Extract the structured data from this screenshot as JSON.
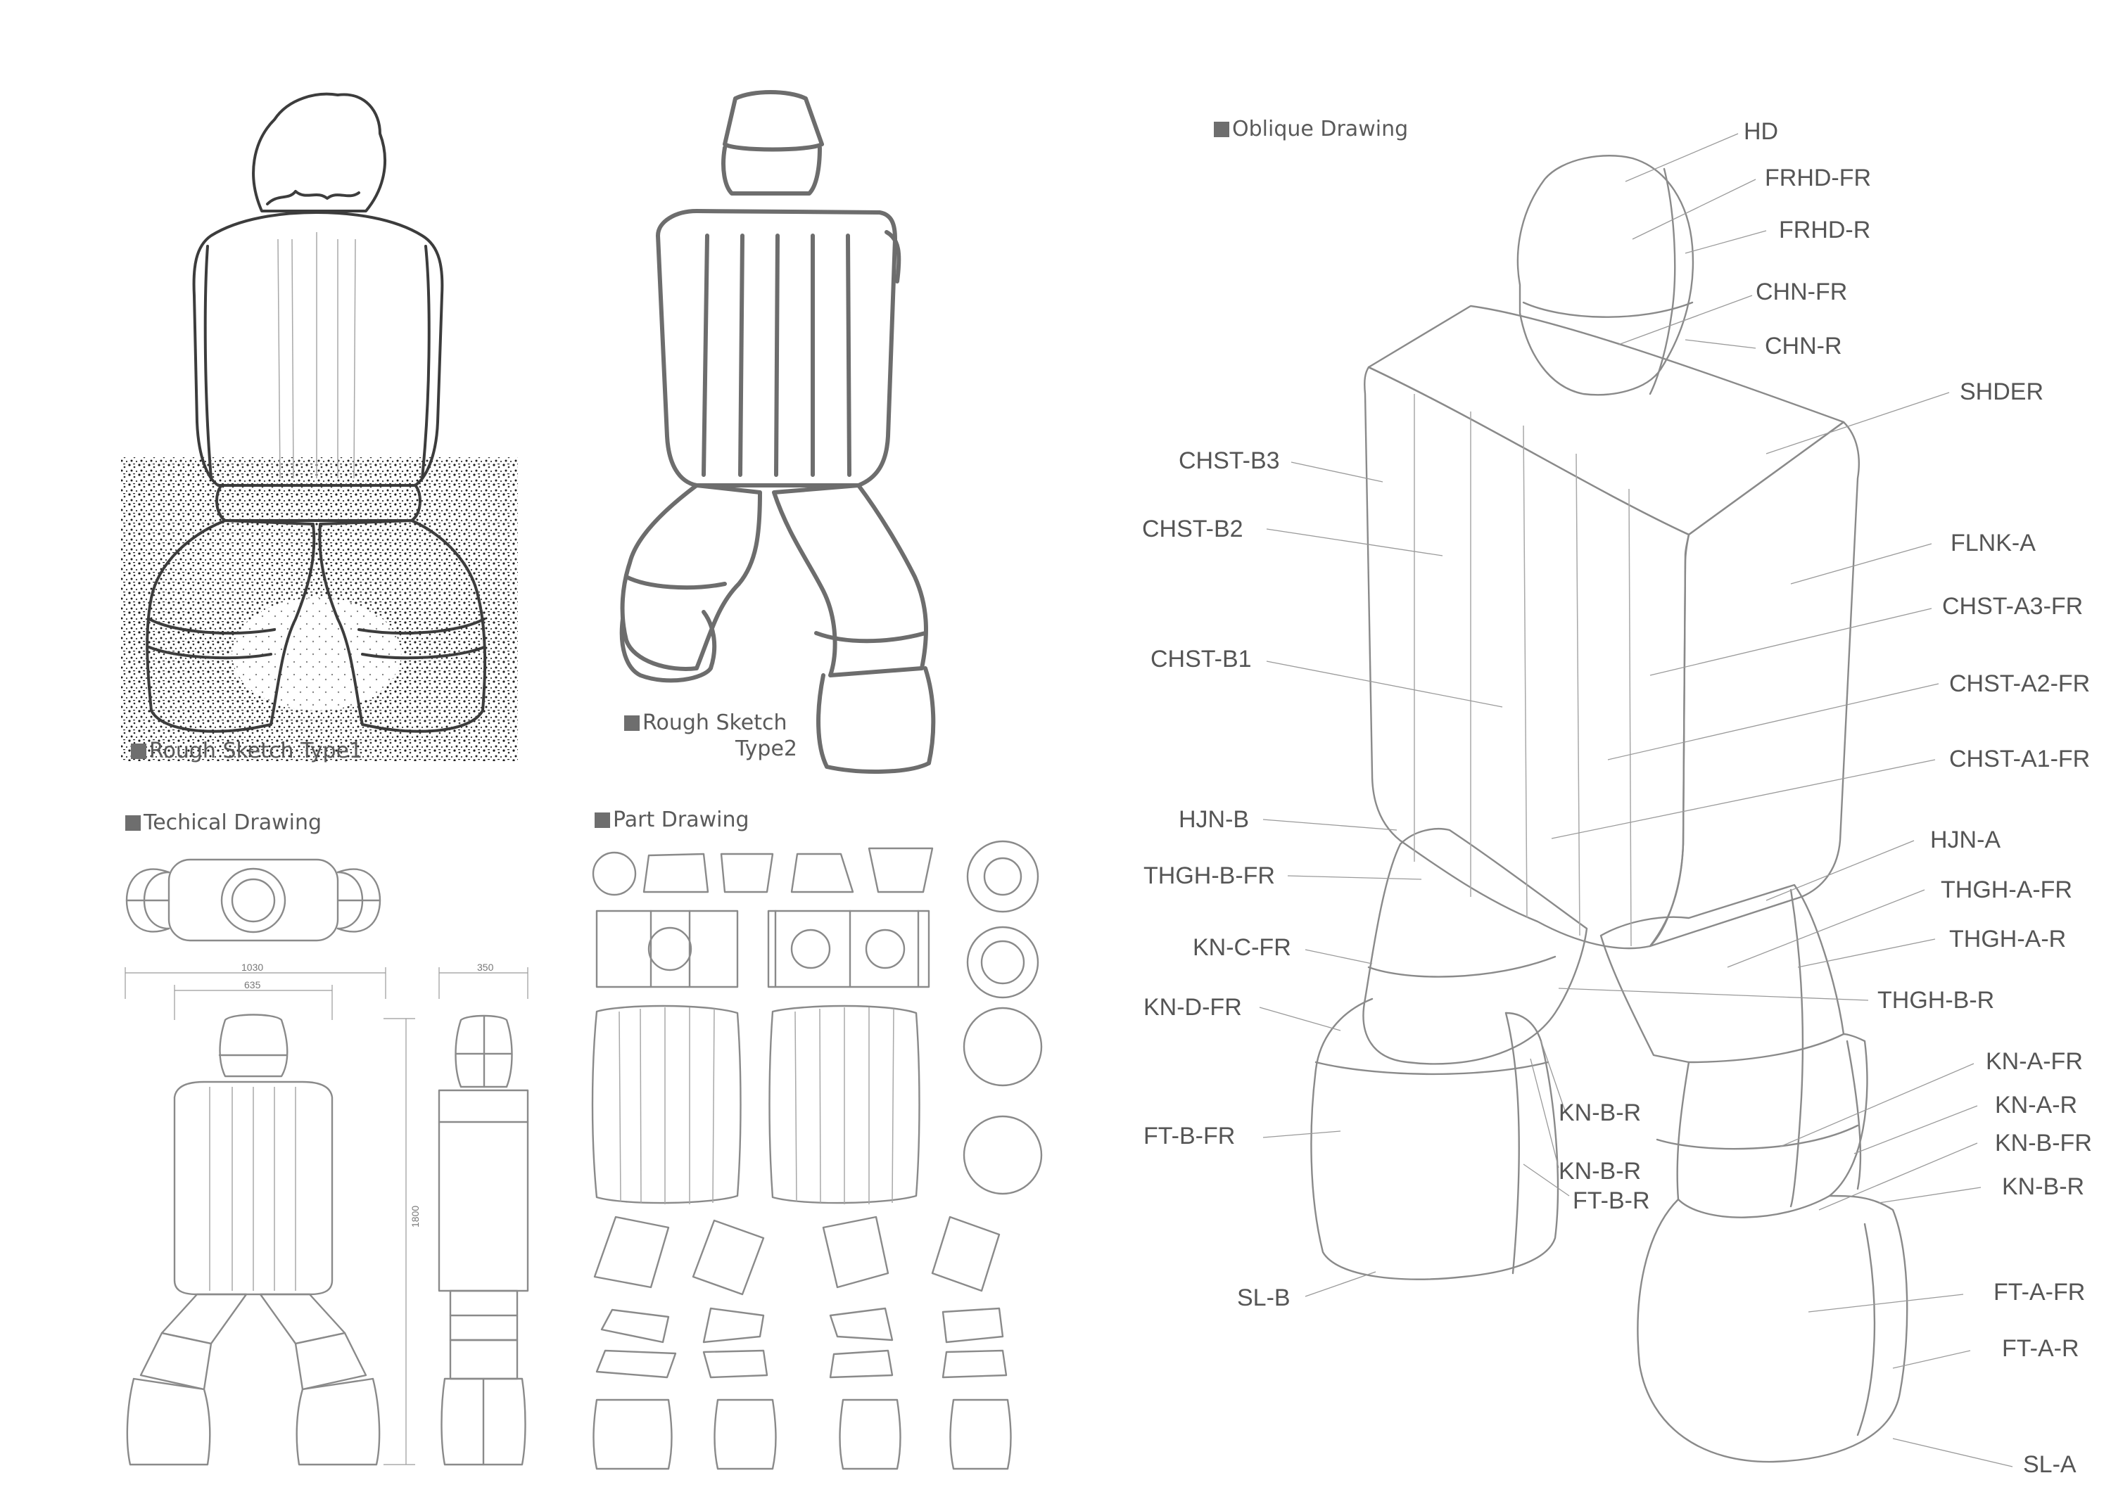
{
  "sections": {
    "rough1": "Rough Sketch Type1",
    "rough2_line1": "Rough Sketch",
    "rough2_line2": "Type2",
    "technical": "Techical Drawing",
    "part": "Part Drawing",
    "oblique": "Oblique Drawing"
  },
  "dimensions": {
    "overall_width": "1030",
    "inner_width": "635",
    "depth": "350",
    "height": "1800"
  },
  "callouts": {
    "right": [
      "HD",
      "FRHD-FR",
      "FRHD-R",
      "CHN-FR",
      "CHN-R",
      "SHDER",
      "FLNK-A",
      "CHST-A3-FR",
      "CHST-A2-FR",
      "CHST-A1-FR",
      "HJN-A",
      "THGH-A-FR",
      "THGH-A-R",
      "THGH-B-R",
      "KN-A-FR",
      "KN-A-R",
      "KN-B-FR",
      "KN-B-R",
      "FT-A-FR",
      "FT-A-R",
      "SL-A"
    ],
    "left": [
      "CHST-B3",
      "CHST-B2",
      "CHST-B1",
      "HJN-B",
      "THGH-B-FR",
      "KN-C-FR",
      "KN-D-FR",
      "FT-B-FR",
      "SL-B"
    ],
    "middle": [
      "KN-B-R",
      "KN-B-R",
      "FT-B-R"
    ]
  },
  "colors": {
    "line": "#8a8a8a",
    "sketch": "#3c3c3c",
    "label": "#555555",
    "marker": "#6e6e6e"
  }
}
